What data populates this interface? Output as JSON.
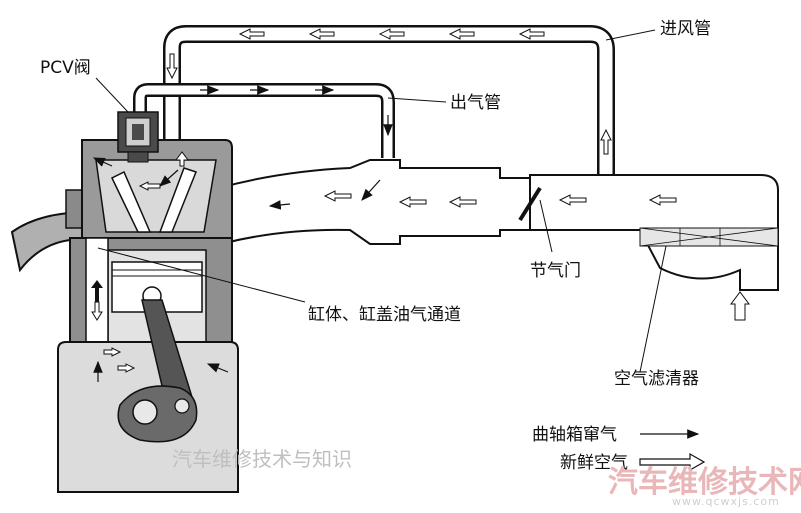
{
  "labels": {
    "intake_pipe": "进风管",
    "pcv_valve": "PCV阀",
    "outlet_pipe": "出气管",
    "throttle": "节气门",
    "passage": "缸体、缸盖油气通道",
    "air_filter": "空气滤清器"
  },
  "legend": {
    "blowby": "曲轴箱窜气",
    "fresh_air": "新鲜空气"
  },
  "watermarks": {
    "center": "汽车维修技术与知识",
    "brand": "汽车维修技术网",
    "url": "www.qcwxjs.com"
  },
  "colors": {
    "dark_gray": "#4a4a4a",
    "mid_gray": "#9a9a9a",
    "light_gray": "#d9d9d9",
    "outline": "#111111"
  }
}
